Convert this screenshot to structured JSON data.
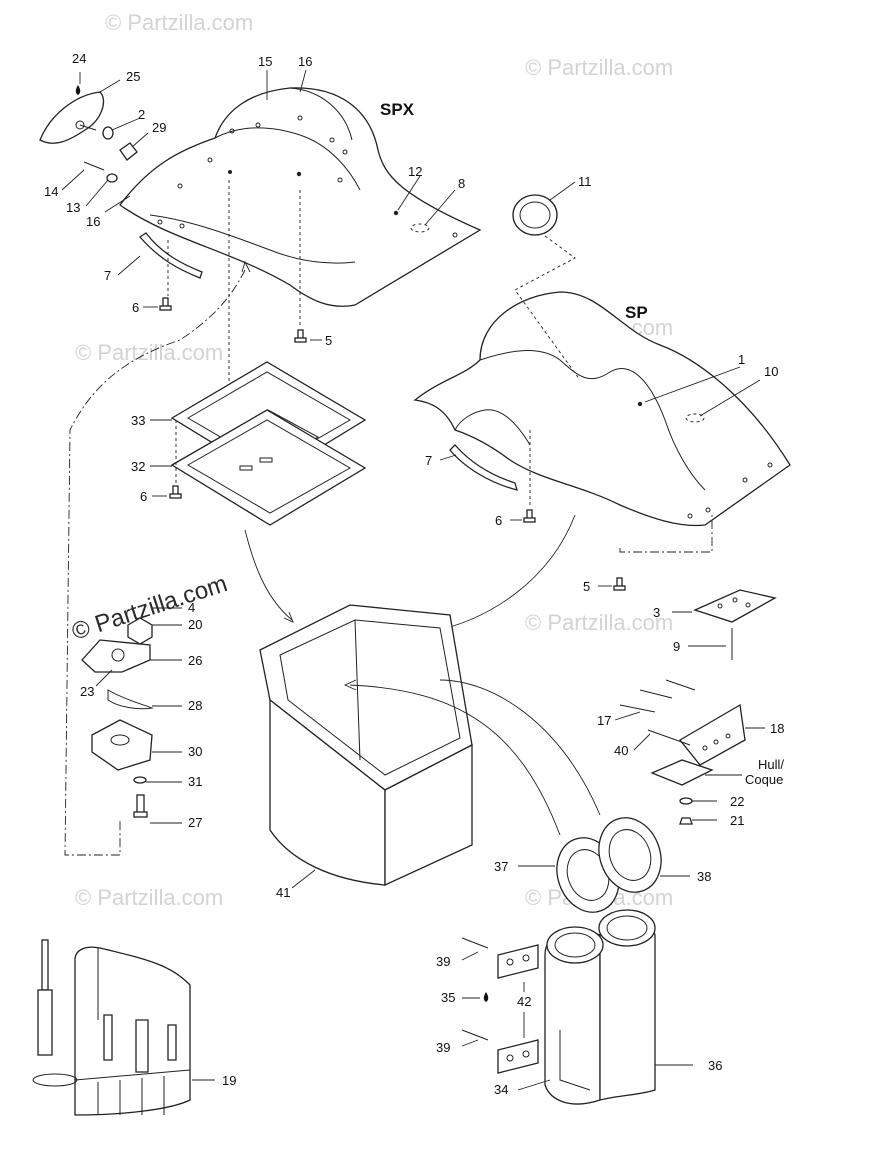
{
  "watermark": {
    "text": "© Partzilla.com"
  },
  "models": {
    "spx": "SPX",
    "sp": "SP"
  },
  "callouts": {
    "c24": "24",
    "c25": "25",
    "c2": "2",
    "c29": "29",
    "c14": "14",
    "c13": "13",
    "c16a": "16",
    "c15": "15",
    "c16b": "16",
    "c12": "12",
    "c8": "8",
    "c7a": "7",
    "c6a": "6",
    "c5a": "5",
    "c11": "11",
    "c1": "1",
    "c10": "10",
    "c7b": "7",
    "c6b": "6",
    "c33": "33",
    "c32": "32",
    "c6c": "6",
    "c4": "4",
    "c20": "20",
    "c26": "26",
    "c23": "23",
    "c28": "28",
    "c30": "30",
    "c31": "31",
    "c27": "27",
    "c5b": "5",
    "c3": "3",
    "c9": "9",
    "c17": "17",
    "c18": "18",
    "c40": "40",
    "c22": "22",
    "c21": "21",
    "c41": "41",
    "c37": "37",
    "c38": "38",
    "c39a": "39",
    "c35": "35",
    "c42": "42",
    "c39b": "39",
    "c34": "34",
    "c36": "36",
    "c19": "19"
  },
  "hull_label": {
    "line1": "Hull/",
    "line2": "Coque"
  }
}
